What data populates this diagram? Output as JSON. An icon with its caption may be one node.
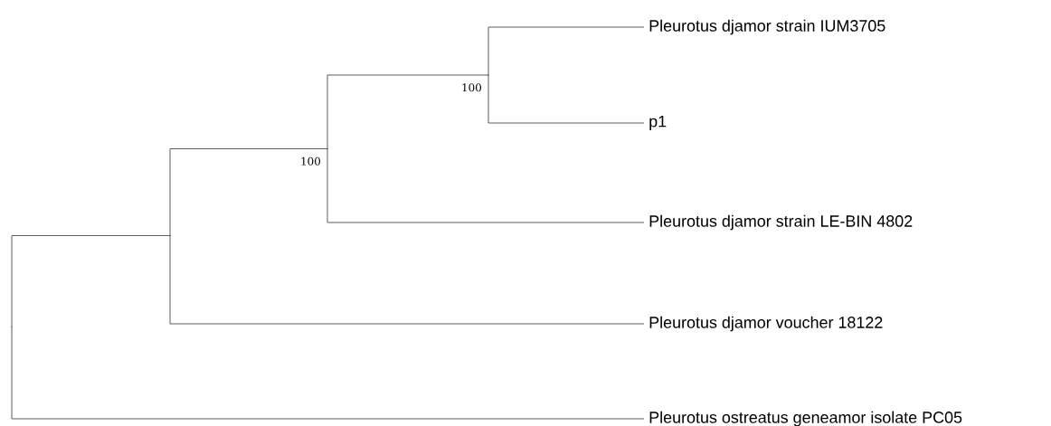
{
  "diagram": {
    "nodes": [
      {
        "text": [
          "Pleurotus djamor strain IUM3705"
        ]
      },
      {
        "text": [
          "p1"
        ]
      },
      {
        "text": [
          "Pleurotus djamor strain LE-BIN 4802"
        ]
      },
      {
        "text": [
          "Pleurotus djamor voucher 18122"
        ]
      },
      {
        "text": [
          "Pleurotus ostreatus geneamor isolate PC05"
        ]
      },
      {
        "text": [],
        "shape": "point"
      },
      {
        "text": [],
        "shape": "point"
      },
      {
        "text": [],
        "shape": "point",
        "beside": [
          "100"
        ]
      },
      {
        "text": [],
        "shape": "point",
        "beside": [
          "100"
        ]
      }
    ],
    "edges": [
      {
        "from": 5,
        "to": 6,
        "arrow": "none"
      },
      {
        "from": 5,
        "to": 4,
        "arrow": "none"
      },
      {
        "from": 6,
        "to": 7,
        "arrow": "none"
      },
      {
        "from": 6,
        "to": 3,
        "arrow": "none"
      },
      {
        "from": 7,
        "to": 8,
        "arrow": "none"
      },
      {
        "from": 7,
        "to": 2,
        "arrow": "none"
      },
      {
        "from": 8,
        "to": 0,
        "arrow": "none"
      },
      {
        "from": 8,
        "to": 1,
        "arrow": "none"
      }
    ]
  }
}
